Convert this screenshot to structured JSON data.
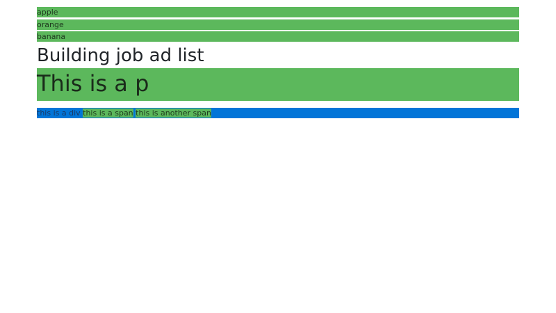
{
  "list": {
    "items": [
      {
        "label": "apple"
      },
      {
        "label": "orange"
      },
      {
        "label": "banana"
      }
    ]
  },
  "heading": "Building job ad list",
  "paragraph": "This is a p",
  "div_block": {
    "div_text": "this is a div",
    "span1": "this is a span",
    "span2": "this is another span"
  },
  "colors": {
    "green": "#5cb85c",
    "blue": "#0275d8",
    "text": "#212529",
    "background": "#ffffff"
  }
}
